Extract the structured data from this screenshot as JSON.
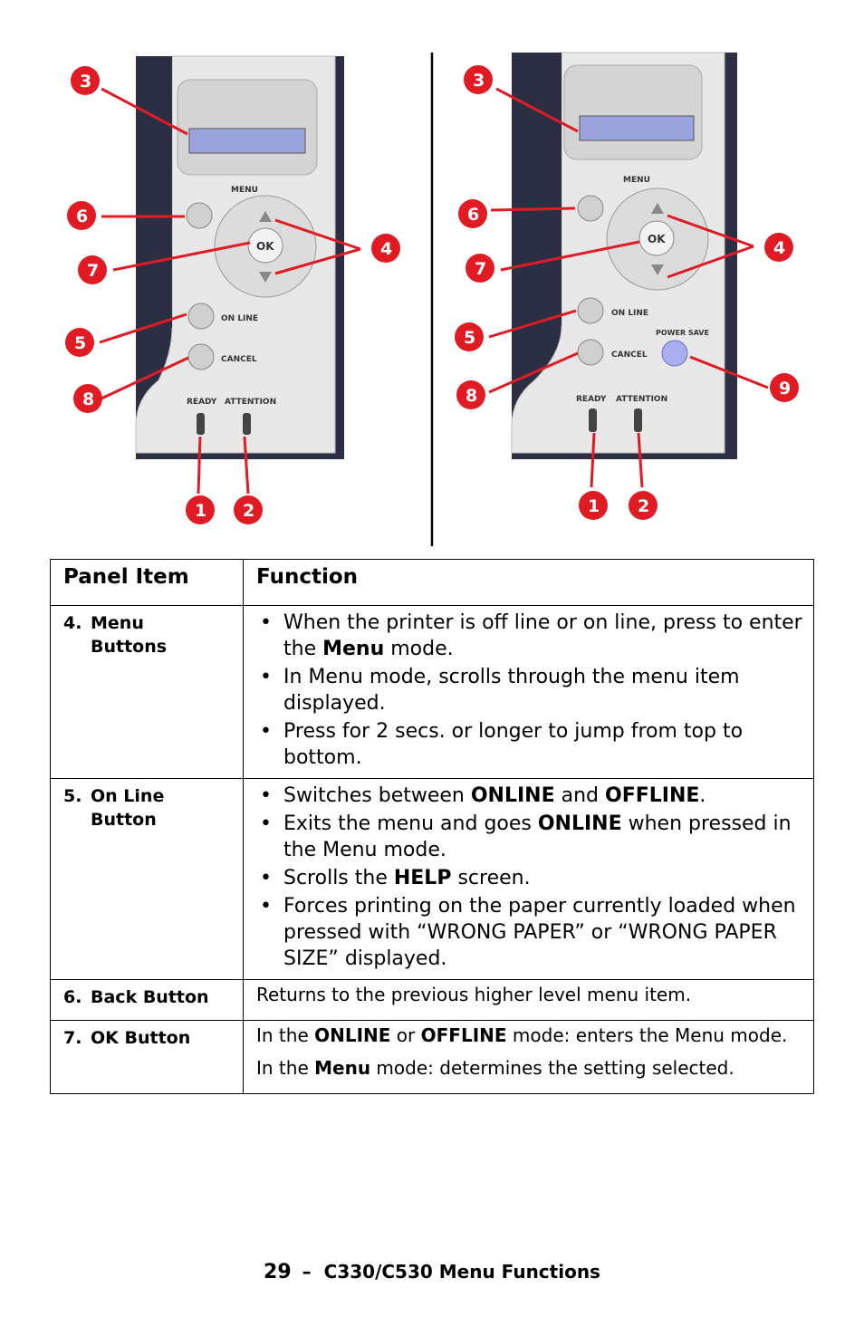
{
  "figure": {
    "left_panel": {
      "buttons": {
        "menu": "MENU",
        "ok": "OK",
        "online": "ON LINE",
        "cancel": "CANCEL",
        "ready": "READY",
        "attention": "ATTENTION"
      },
      "callouts": [
        "3",
        "6",
        "7",
        "5",
        "8",
        "4",
        "1",
        "2"
      ]
    },
    "right_panel": {
      "buttons": {
        "menu": "MENU",
        "ok": "OK",
        "online": "ON LINE",
        "cancel": "CANCEL",
        "powersave": "POWER SAVE",
        "ready": "READY",
        "attention": "ATTENTION"
      },
      "callouts": [
        "3",
        "6",
        "7",
        "5",
        "8",
        "4",
        "9",
        "1",
        "2"
      ]
    },
    "colors": {
      "callout": "#e01b24",
      "panel": "#e6e6e6",
      "body": "#2c2f44",
      "lcd": "#9aa3dc"
    }
  },
  "table": {
    "headers": [
      "Panel Item",
      "Function"
    ],
    "rows": [
      {
        "num": "4.",
        "item_line1": "Menu",
        "item_line2": "Buttons",
        "bullets": [
          {
            "pre": "When the printer is off line or on line, press to enter the ",
            "b1": "Menu",
            "mid": " mode.",
            "b2": "",
            "post": ""
          },
          {
            "pre": "In Menu mode, scrolls through the menu item displayed.",
            "b1": "",
            "mid": "",
            "b2": "",
            "post": ""
          },
          {
            "pre": "Press for 2 secs. or longer to jump from top to bottom.",
            "b1": "",
            "mid": "",
            "b2": "",
            "post": ""
          }
        ]
      },
      {
        "num": "5.",
        "item_line1": "On Line",
        "item_line2": "Button",
        "bullets": [
          {
            "pre": "Switches between ",
            "b1": "ONLINE",
            "mid": " and ",
            "b2": "OFFLINE",
            "post": "."
          },
          {
            "pre": "Exits the menu and goes ",
            "b1": "ONLINE",
            "mid": " when pressed in the Menu mode.",
            "b2": "",
            "post": ""
          },
          {
            "pre": "Scrolls the ",
            "b1": "HELP",
            "mid": " screen.",
            "b2": "",
            "post": ""
          },
          {
            "pre": "Forces printing on the paper currently loaded when pressed with “WRONG PAPER” or “WRONG PAPER SIZE” displayed.",
            "b1": "",
            "mid": "",
            "b2": "",
            "post": ""
          }
        ]
      },
      {
        "num": "6.",
        "item_line1": "Back Button",
        "item_line2": "",
        "paras": [
          {
            "pre": "Returns to the previous higher level menu item.",
            "b1": "",
            "mid": "",
            "b2": "",
            "post": ""
          }
        ]
      },
      {
        "num": "7.",
        "item_line1": "OK Button",
        "item_line2": "",
        "paras": [
          {
            "pre": "In the ",
            "b1": "ONLINE",
            "mid": " or ",
            "b2": "OFFLINE",
            "post": " mode: enters the Menu mode."
          },
          {
            "pre": "In the ",
            "b1": "Menu",
            "mid": " mode: determines the setting selected.",
            "b2": "",
            "post": ""
          }
        ]
      }
    ]
  },
  "footer": {
    "page": "29",
    "dash": "–",
    "title": "C330/C530 Menu Functions"
  }
}
